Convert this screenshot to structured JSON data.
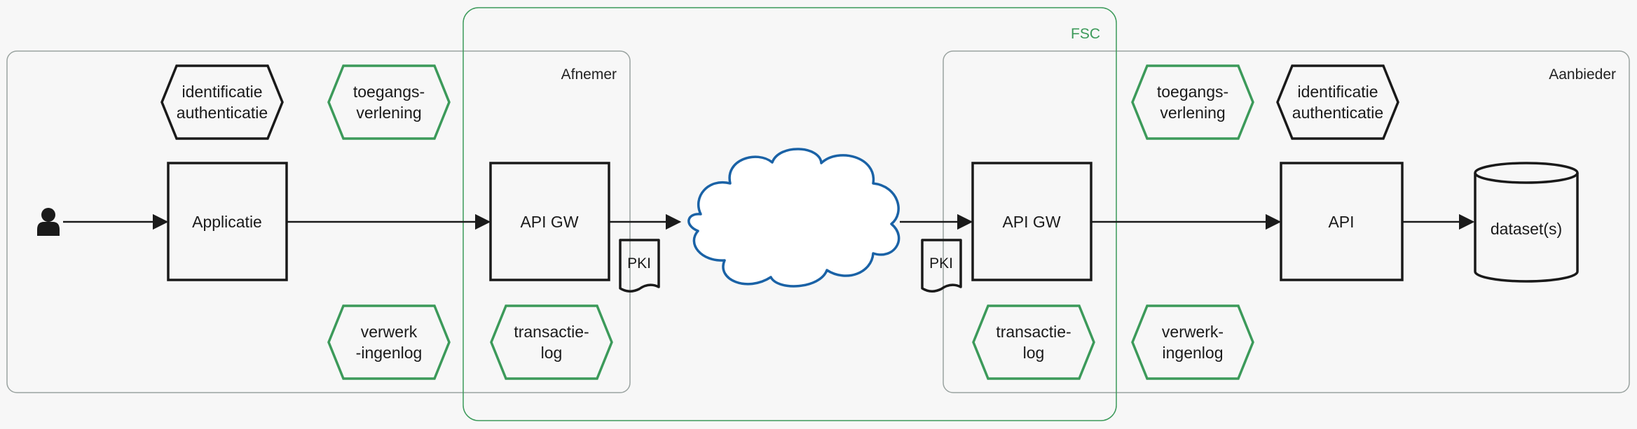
{
  "colors": {
    "background": "#f7f7f7",
    "region_border": "#9aa3a0",
    "fsc_border": "#3c9a5a",
    "green_hex": "#3c9a5a",
    "black_hex": "#1a1a1a",
    "cloud": "#1a62a6",
    "arrow": "#1a1a1a"
  },
  "regions": {
    "afnemer": "Afnemer",
    "fsc": "FSC",
    "aanbieder": "Aanbieder"
  },
  "afnemer": {
    "identificatie_line1": "identificatie",
    "identificatie_line2": "authenticatie",
    "toegang_line1": "toegangs-",
    "toegang_line2": "verlening",
    "applicatie": "Applicatie",
    "api_gw": "API GW",
    "pki": "PKI",
    "verwerk_line1": "verwerk",
    "verwerk_line2": "-ingenlog",
    "transactie_line1": "transactie-",
    "transactie_line2": "log"
  },
  "aanbieder": {
    "api_gw": "API GW",
    "pki": "PKI",
    "transactie_line1": "transactie-",
    "transactie_line2": "log",
    "toegang_line1": "toegangs-",
    "toegang_line2": "verlening",
    "identificatie_line1": "identificatie",
    "identificatie_line2": "authenticatie",
    "api": "API",
    "verwerk_line1": "verwerk-",
    "verwerk_line2": "ingenlog",
    "dataset": "dataset(s)"
  },
  "icons": {
    "user": "user-icon",
    "cloud": "cloud-icon",
    "document": "document-icon",
    "database": "database-icon"
  }
}
